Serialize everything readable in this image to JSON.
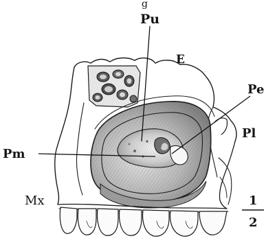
{
  "labels": {
    "top_fragment": "g",
    "pu": "Pu",
    "e": "E",
    "pe": "Pe",
    "pm": "Pm",
    "pl": "Pl",
    "mx": "Mx",
    "scale_numerator": "1",
    "scale_denominator": "2"
  },
  "colors": {
    "ink": "#1a1a1a",
    "paper": "#ffffff",
    "shade_dark": "#8e8e8e",
    "shade_mid": "#b9b9b9",
    "shade_light": "#d9d9d9",
    "bone_light": "#ececec"
  }
}
